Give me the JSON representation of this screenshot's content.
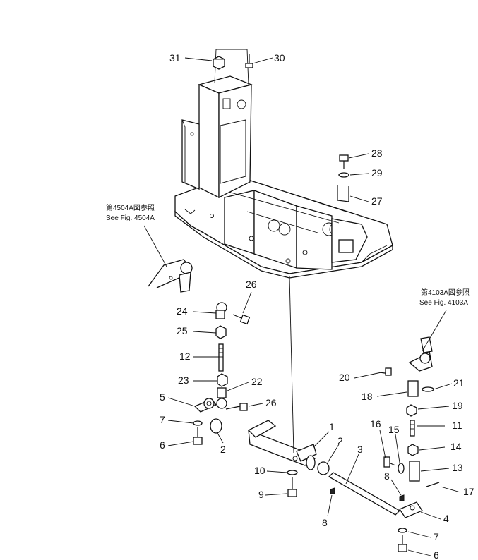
{
  "references": {
    "upper_left_jp": "第4504A図参照",
    "upper_left_en": "See Fig. 4504A",
    "right_jp": "第4103A図参照",
    "right_en": "See Fig. 4103A"
  },
  "callouts": [
    "31",
    "30",
    "28",
    "29",
    "27",
    "26",
    "24",
    "25",
    "12",
    "23",
    "22",
    "5",
    "26",
    "7",
    "2",
    "6",
    "1",
    "2",
    "3",
    "20",
    "21",
    "18",
    "19",
    "16",
    "15",
    "11",
    "14",
    "8",
    "13",
    "17",
    "10",
    "9",
    "8",
    "4",
    "7",
    "6"
  ]
}
